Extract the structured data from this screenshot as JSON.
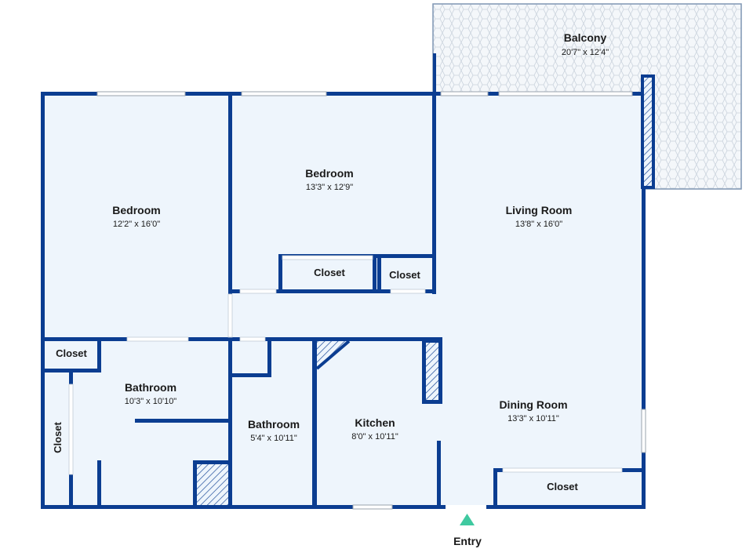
{
  "colors": {
    "wall": "#0b3d91",
    "floor": "#eef5fc",
    "balcony_tile": "#dde4ec",
    "entry_marker": "#3fc9a0",
    "hatch": "#0b3d91"
  },
  "rooms": {
    "balcony": {
      "name": "Balcony",
      "dims": "20'7\" x 12'4\""
    },
    "bedroom_left": {
      "name": "Bedroom",
      "dims": "12'2\" x 16'0\""
    },
    "bedroom_mid": {
      "name": "Bedroom",
      "dims": "13'3\" x 12'9\""
    },
    "living_room": {
      "name": "Living Room",
      "dims": "13'8\" x 16'0\""
    },
    "bathroom_left": {
      "name": "Bathroom",
      "dims": "10'3\" x 10'10\""
    },
    "bathroom_mid": {
      "name": "Bathroom",
      "dims": "5'4\" x 10'11\""
    },
    "kitchen": {
      "name": "Kitchen",
      "dims": "8'0\" x 10'11\""
    },
    "dining_room": {
      "name": "Dining Room",
      "dims": "13'3\" x 10'11\""
    }
  },
  "closets": {
    "bedroom_mid_1": "Closet",
    "bedroom_mid_2": "Closet",
    "bedroom_left": "Closet",
    "bath_left_side": "Closet",
    "dining": "Closet"
  },
  "entry": {
    "label": "Entry",
    "icon": "triangle-up-icon"
  }
}
